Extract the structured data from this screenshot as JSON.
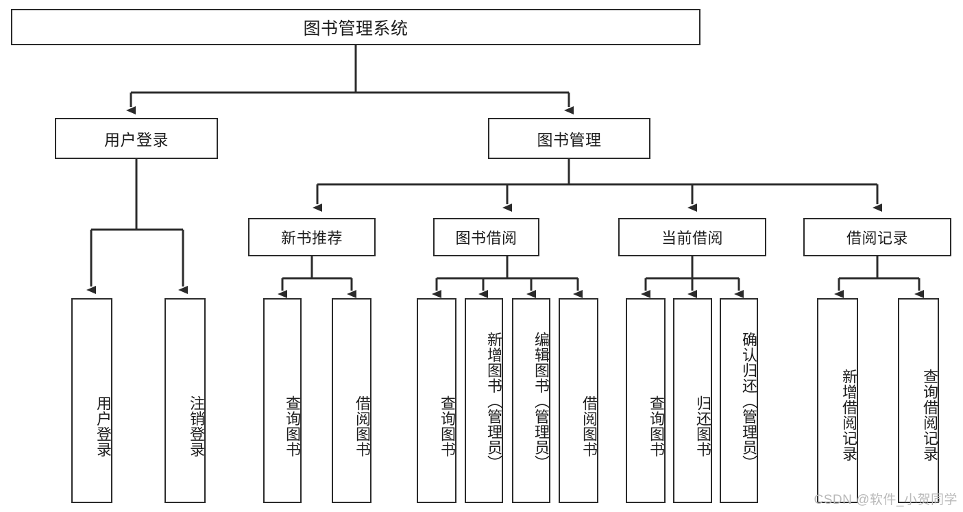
{
  "diagram": {
    "title": "图书管理系统",
    "root": {
      "label": "图书管理系统"
    },
    "level1": [
      {
        "label": "用户登录"
      },
      {
        "label": "图书管理"
      }
    ],
    "level2": [
      {
        "label": "新书推荐"
      },
      {
        "label": "图书借阅"
      },
      {
        "label": "当前借阅"
      },
      {
        "label": "借阅记录"
      }
    ],
    "leaves": {
      "user_login": [
        {
          "label": "用户登录"
        },
        {
          "label": "注销登录"
        }
      ],
      "new_book_recommend": [
        {
          "label": "查询图书"
        },
        {
          "label": "借阅图书"
        }
      ],
      "book_borrow": [
        {
          "label": "查询图书"
        },
        {
          "label": "新增图书（管理员）"
        },
        {
          "label": "编辑图书（管理员）"
        },
        {
          "label": "借阅图书"
        }
      ],
      "current_borrow": [
        {
          "label": "查询图书"
        },
        {
          "label": "归还图书"
        },
        {
          "label": "确认归还（管理员）"
        }
      ],
      "borrow_records": [
        {
          "label": "新增借阅记录"
        },
        {
          "label": "查询借阅记录"
        }
      ]
    }
  },
  "watermark": {
    "text": "CSDN @软件_小贺同学"
  },
  "colors": {
    "stroke": "#2b2b2b",
    "background": "#ffffff",
    "text": "#1d1d1d",
    "watermark": "#b9b9b9"
  }
}
